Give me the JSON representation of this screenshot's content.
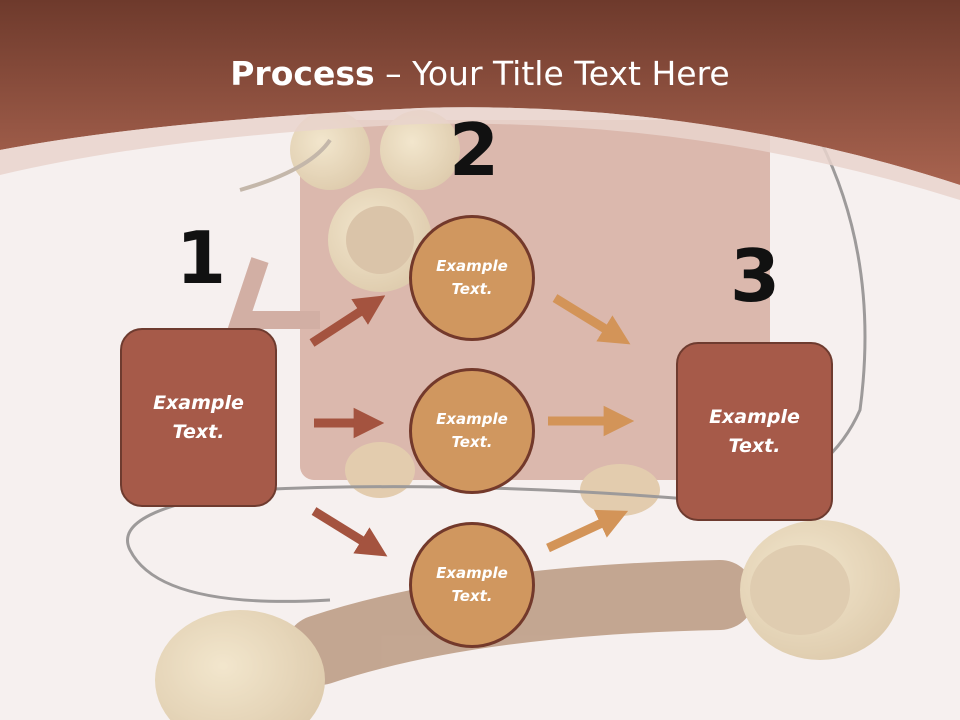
{
  "title": {
    "bold": "Process",
    "rest": " – Your Title Text Here"
  },
  "steps": {
    "one": {
      "number": "1",
      "text": "Example Text."
    },
    "two": {
      "number": "2"
    },
    "three": {
      "number": "3",
      "text": "Example Text."
    }
  },
  "circles": [
    {
      "text": "Example Text."
    },
    {
      "text": "Example Text."
    },
    {
      "text": "Example Text."
    }
  ],
  "colors": {
    "header": "#a35b48",
    "box": "#a65a49",
    "circle": "#d0975f",
    "arrow_left": "#a4533f",
    "arrow_right": "#d39458"
  }
}
